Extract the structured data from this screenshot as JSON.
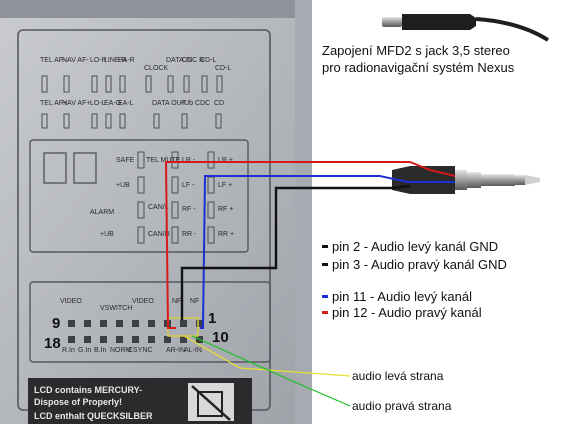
{
  "title_lines": [
    "Zapojení MFD2 s jack 3,5 stereo",
    "pro radionavigační systém Nexus"
  ],
  "legend": [
    {
      "text": "pin 2 - Audio levý kanál GND",
      "color": "#111111"
    },
    {
      "text": "pin 3 - Audio pravý kanál GND",
      "color": "#111111"
    },
    {
      "text": "pin 11 - Audio levý kanál",
      "color": "#1a2fd6"
    },
    {
      "text": "pin 12 - Audio pravý kanál",
      "color": "#d61a1a"
    }
  ],
  "side_labels": {
    "left": "audio levá strana",
    "right": "audio pravá strana"
  },
  "side_colors": {
    "left": "#e8e030",
    "right": "#1fbf2a"
  },
  "connector_pins": {
    "p9": "9",
    "p18": "18",
    "p1": "1",
    "p10": "10"
  },
  "label_top_row": [
    "TEL AF-",
    "NAV AF-",
    "LO-R",
    "LINE R",
    "EA-R",
    "CLOCK",
    "DATA IN",
    "CDC R",
    "CD-L",
    "CD-L"
  ],
  "label_row2": [
    "TEL AF+",
    "NAV AF+",
    "LO-L",
    "EA-G",
    "EA-L",
    "DATA OUT",
    "+Ub CDC",
    "CD"
  ],
  "block_labels": [
    "SAFE",
    "+UB",
    "ALARM",
    "+UB",
    "TEL MUTE",
    "CAN/L",
    "CAN/H",
    "LR -",
    "LF -",
    "RF -",
    "RR -",
    "LR +",
    "LF +",
    "RF +",
    "RR +"
  ],
  "bottom_labels": [
    "VIDEO",
    "VSWITCH",
    "VIDEO",
    "NF",
    "NF",
    "R.In",
    "G.In",
    "B.In",
    "NORM",
    "CSYNC",
    "AR-IN",
    "AL-IN"
  ],
  "warning_text": [
    "LCD contains MERCURY-",
    "Dispose of Properly!",
    "LCD enthalt QUECKSILBER"
  ],
  "wire_colors": {
    "red": "#d61a1a",
    "blue": "#1a2fd6",
    "black": "#111111",
    "yellow": "#e8e030",
    "green": "#1fbf2a"
  }
}
